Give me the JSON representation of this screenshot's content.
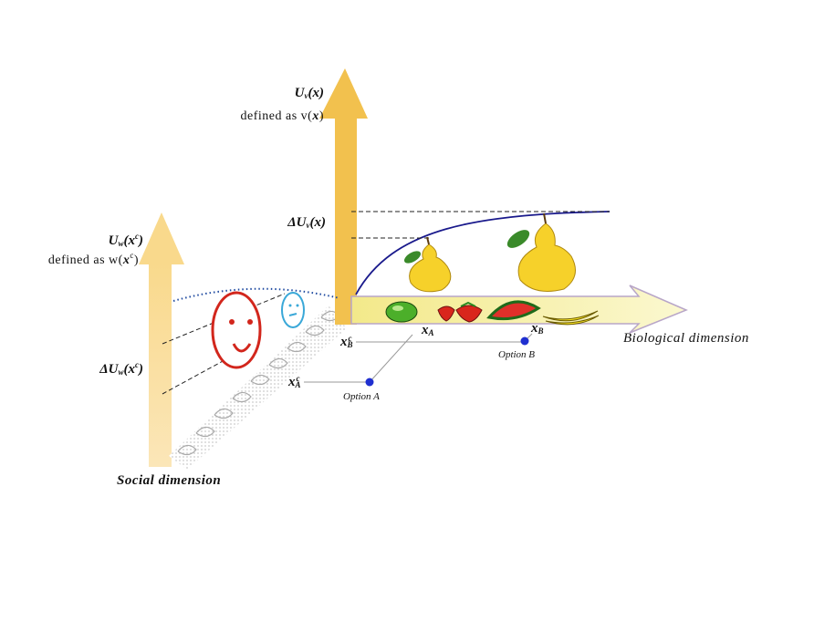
{
  "vertical_axis_biological": {
    "main": "U",
    "sub": "v",
    "rest": "(x)",
    "defined_prefix": "defined as v(",
    "defined_var": "x",
    "defined_suffix": ")"
  },
  "delta_biological": {
    "delta": "Δ",
    "main": "U",
    "sub": "v",
    "rest": "(x)"
  },
  "vertical_axis_social": {
    "main": "U",
    "sub": "w",
    "rest_open": "(x",
    "sup": "c",
    "rest_close": ")",
    "defined_prefix": "defined as w(",
    "defined_var": "x",
    "defined_sup": "c",
    "defined_suffix": ")"
  },
  "delta_social": {
    "delta": "Δ",
    "main": "U",
    "sub": "w",
    "rest_open": "(x",
    "sup": "c",
    "rest_close": ")"
  },
  "axes": {
    "biological": "Biological dimension",
    "social": "Social dimension"
  },
  "points": {
    "xA": {
      "main": "x",
      "sub": "A"
    },
    "xB": {
      "main": "x",
      "sub": "B"
    },
    "xBc": {
      "main": "x",
      "sub": "B",
      "sup": "c"
    },
    "xAc": {
      "main": "x",
      "sub": "A",
      "sup": "c"
    }
  },
  "options": {
    "a": "Option A",
    "b": "Option B"
  },
  "colors": {
    "arrow_main": "#f2c14e",
    "arrow_social": "#f9dc9c",
    "bio_band": "#f5f0a0",
    "curve": "#1a1a8c",
    "point": "#1f2fd0",
    "happy_face": "#d2261c",
    "neutral_face": "#3aa8d8"
  }
}
